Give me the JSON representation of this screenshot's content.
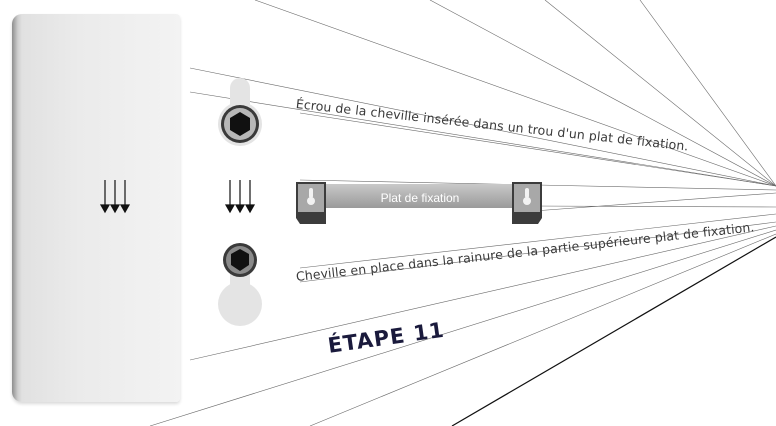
{
  "captions": {
    "nut_inserted": "Écrou de la cheville insérée dans un trou d'un plat de fixation.",
    "peg_in_place": "Cheville en place dans la rainure de la partie supérieure plat de fixation."
  },
  "plate_label": "Plat de fixation",
  "step_title": "ÉTAPE 11",
  "colors": {
    "title_navy": "#1a1a3c",
    "plate_gray": "#b0b0b0",
    "hex_nut": "#111111",
    "ray_line": "#555555"
  },
  "icons": [
    "keyhole-slot-icon",
    "hex-nut-icon",
    "down-arrows-icon",
    "panel-icon"
  ]
}
